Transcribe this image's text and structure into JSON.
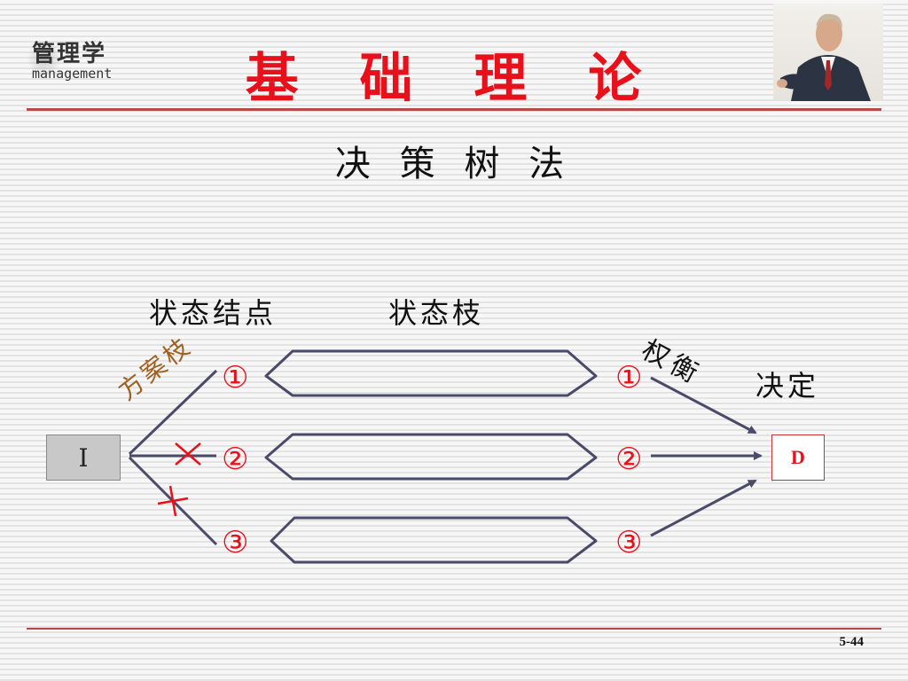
{
  "logo": {
    "cn": "管理学",
    "en": "management"
  },
  "title": "基 础 理 论",
  "subtitle": "决 策 树 法",
  "labels": {
    "state_node": "状态结点",
    "state_branch": "状态枝",
    "plan_branch": "方案枝",
    "weigh": "权衡",
    "decide": "决定"
  },
  "nodes": {
    "start": "I",
    "end": "D",
    "left": [
      "①",
      "②",
      "③"
    ],
    "right": [
      "①",
      "②",
      "③"
    ]
  },
  "page_number": "5-44",
  "colors": {
    "title": "#e8101a",
    "rule": "#b44a4a",
    "line": "#4a4a6a",
    "plan_label": "#a06020"
  }
}
